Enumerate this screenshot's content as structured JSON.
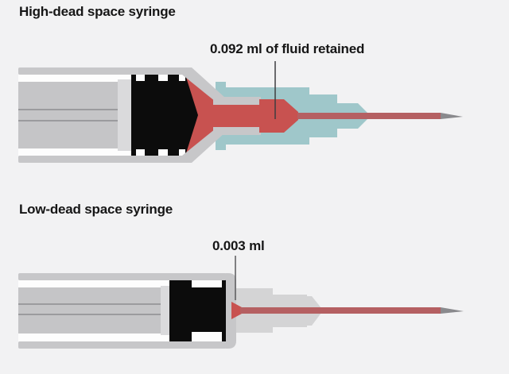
{
  "diagram": {
    "high_dead": {
      "title": "High-dead space syringe",
      "annotation": "0.092 ml of fluid retained"
    },
    "low_dead": {
      "title": "Low-dead space syringe",
      "annotation": "0.003 ml"
    }
  },
  "colors": {
    "background": "#f2f2f3",
    "barrel_gray": "#c7c7c9",
    "plunger_gray": "#c5c5c7",
    "plunger_line": "#9b9b9e",
    "plunger_disc": "#dadadc",
    "interior_white": "#fdfdfd",
    "stopper_black": "#0c0c0c",
    "fluid_red": "#c85250",
    "needle_red": "#b56062",
    "needle_tip_gray": "#8a8a8d",
    "hub_teal": "#9fc7ca",
    "hub_gray": "#d4d4d5",
    "pointer_line_dark": "#3d3d40",
    "pointer_line_light": "#5a5a5d",
    "text": "#161616"
  }
}
